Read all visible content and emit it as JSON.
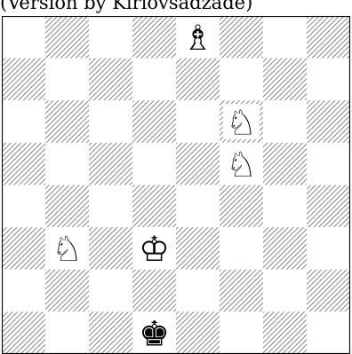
{
  "title": "(Version by Kiriovsadzade)",
  "board": {
    "ranks": 8,
    "files": 8,
    "dark_square_style": "diagonal-hatch",
    "pieces": [
      {
        "square": "e8",
        "color": "white",
        "type": "bishop",
        "name": "white-bishop"
      },
      {
        "square": "f6",
        "color": "white",
        "type": "knight",
        "name": "white-knight"
      },
      {
        "square": "f5",
        "color": "white",
        "type": "knight",
        "name": "white-knight"
      },
      {
        "square": "b3",
        "color": "white",
        "type": "knight",
        "name": "white-knight"
      },
      {
        "square": "d3",
        "color": "white",
        "type": "king",
        "name": "white-king"
      },
      {
        "square": "d1",
        "color": "black",
        "type": "king",
        "name": "black-king"
      }
    ]
  }
}
